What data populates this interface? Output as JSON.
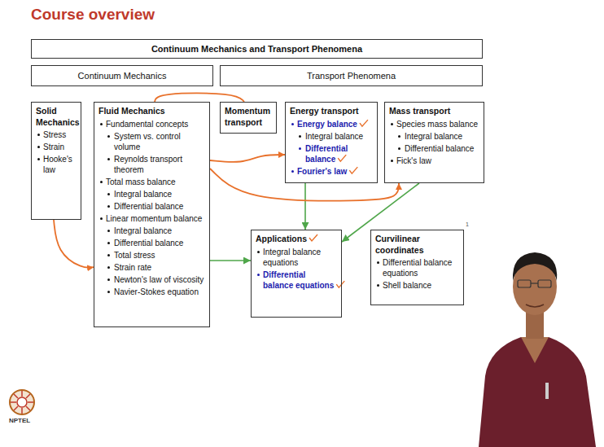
{
  "diagram": {
    "title": "Course overview",
    "nodes": [
      {
        "text": [
          "Continuum Mechanics and Transport Phenomena"
        ]
      },
      {
        "text": [
          "Continuum Mechanics"
        ]
      },
      {
        "text": [
          "Transport Phenomena"
        ]
      },
      {
        "text": [
          "Solid Mechanics",
          "Stress",
          "Strain",
          "Hooke's law"
        ]
      },
      {
        "text": [
          "Fluid Mechanics",
          "Fundamental concepts",
          "System vs. control volume",
          "Reynolds transport theorem",
          "Total mass balance",
          "Integral balance",
          "Differential balance",
          "Linear momentum balance",
          "Integral balance",
          "Differential balance",
          "Total stress",
          "Strain rate",
          "Newton's law of viscosity",
          "Navier-Stokes equation"
        ]
      },
      {
        "text": [
          "Momentum transport"
        ]
      },
      {
        "text": [
          "Energy transport",
          "Energy balance",
          "Integral balance",
          "Differential balance",
          "Fourier's law"
        ]
      },
      {
        "text": [
          "Mass transport",
          "Species mass balance",
          "Integral balance",
          "Differential balance",
          "Fick's law"
        ]
      },
      {
        "text": [
          "Applications",
          "Integral balance equations",
          "Differential balance equations"
        ]
      },
      {
        "text": [
          "Curvilinear coordinates",
          "Differential balance equations",
          "Shell balance"
        ]
      }
    ],
    "edges": [
      {
        "from": 4,
        "to": 8,
        "arrow": "to"
      },
      {
        "from": 6,
        "to": 8,
        "arrow": "to"
      },
      {
        "from": 7,
        "to": 8,
        "arrow": "to"
      },
      {
        "from": 4,
        "to": 5,
        "arrow": "none"
      },
      {
        "from": 4,
        "to": 6,
        "arrow": "to"
      },
      {
        "from": 4,
        "to": 7,
        "arrow": "to"
      },
      {
        "from": 3,
        "to": 4,
        "arrow": "to"
      }
    ],
    "labels": [
      "1",
      "NPTEL"
    ]
  }
}
